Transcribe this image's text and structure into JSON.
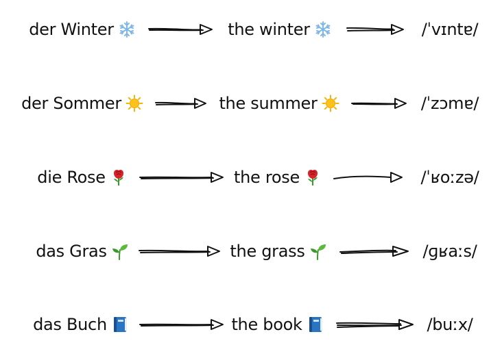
{
  "rows": [
    {
      "german": "der Winter",
      "english": "the winter",
      "ipa": "/ˈvɪntɐ/",
      "icon": "snowflake-icon"
    },
    {
      "german": "der Sommer",
      "english": "the summer",
      "ipa": "/ˈzɔmɐ/",
      "icon": "sun-icon"
    },
    {
      "german": "die Rose",
      "english": "the rose",
      "ipa": "/ˈʁoːzə/",
      "icon": "rose-icon"
    },
    {
      "german": "das Gras",
      "english": "the grass",
      "ipa": "/ɡʁaːs/",
      "icon": "seedling-icon"
    },
    {
      "german": "das Buch",
      "english": "the book",
      "ipa": "/buːx/",
      "icon": "book-icon"
    }
  ],
  "colors": {
    "ink": "#111111",
    "snowflake": "#7fb7e6",
    "sun": "#f5b400",
    "rose": "#d8232a",
    "leaf": "#3c9a2c",
    "book": "#2a74c4"
  }
}
